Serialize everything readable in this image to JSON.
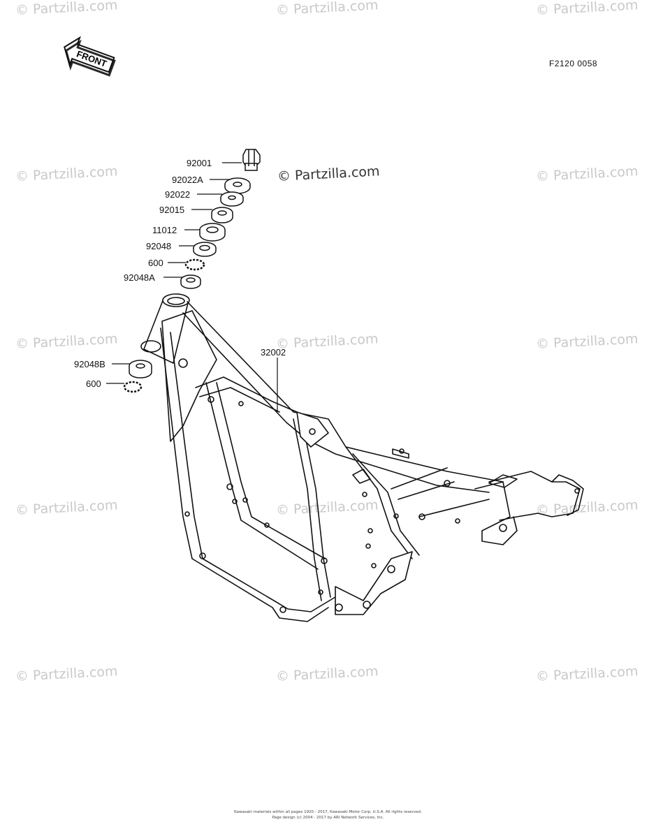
{
  "watermark_text": "© Partzilla.com",
  "diagram_code": "F2120 0058",
  "front_label": "FRONT",
  "parts": [
    {
      "id": "p1",
      "number": "92001"
    },
    {
      "id": "p2",
      "number": "92022A"
    },
    {
      "id": "p3",
      "number": "92022"
    },
    {
      "id": "p4",
      "number": "92015"
    },
    {
      "id": "p5",
      "number": "11012"
    },
    {
      "id": "p6",
      "number": "92048"
    },
    {
      "id": "p7",
      "number": "600"
    },
    {
      "id": "p8",
      "number": "92048A"
    },
    {
      "id": "p9",
      "number": "92048B"
    },
    {
      "id": "p10",
      "number": "600"
    },
    {
      "id": "p11",
      "number": "32002"
    }
  ],
  "footer": {
    "line1": "Kawasaki materials within all pages 1920 - 2017, Kawasaki Motor Corp, U.S.A. All rights reserved.",
    "line2": "Page design (c) 2004 - 2017 by ARI Network Services, Inc."
  }
}
